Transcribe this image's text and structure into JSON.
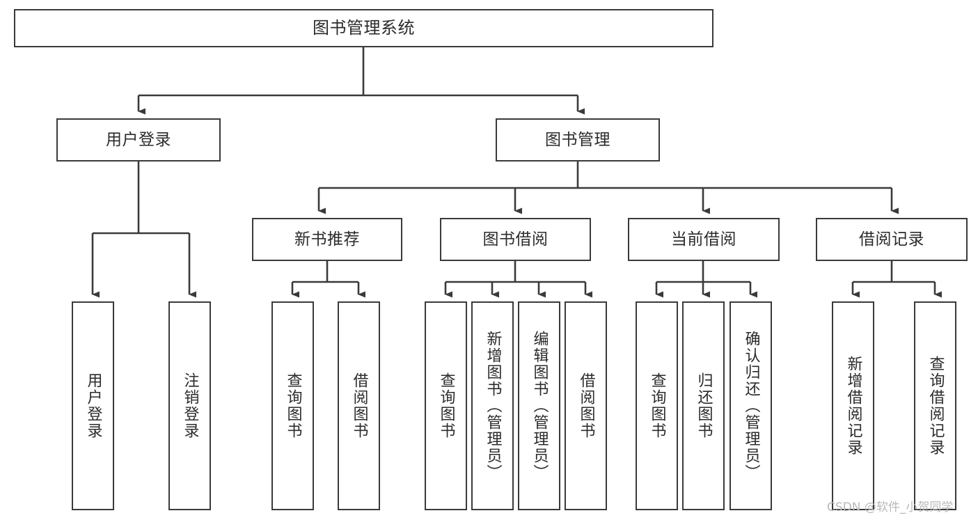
{
  "diagram": {
    "title": "图书管理系统",
    "type": "tree",
    "orientation": "top-down",
    "colors": {
      "box_border": "#3a3a3a",
      "box_fill": "#ffffff",
      "connector": "#3a3a3a",
      "text": "#2b2b2b",
      "watermark": "#b9b9b9",
      "background": "#ffffff"
    },
    "nodes": {
      "root": {
        "label": "图书管理系统"
      },
      "level2": [
        {
          "id": "user-login",
          "label": "用户登录"
        },
        {
          "id": "book-manage",
          "label": "图书管理"
        }
      ],
      "level3": [
        {
          "id": "new-book-recommend",
          "label": "新书推荐"
        },
        {
          "id": "book-borrow",
          "label": "图书借阅"
        },
        {
          "id": "current-borrow",
          "label": "当前借阅"
        },
        {
          "id": "borrow-record",
          "label": "借阅记录"
        }
      ],
      "leaves": {
        "user_login": [
          {
            "id": "leaf-user-login",
            "label": "用户登录"
          },
          {
            "id": "leaf-logout-login",
            "label": "注销登录"
          }
        ],
        "new_book_recommend": [
          {
            "id": "leaf-query-book-1",
            "label": "查询图书"
          },
          {
            "id": "leaf-borrow-book-1",
            "label": "借阅图书"
          }
        ],
        "book_borrow": [
          {
            "id": "leaf-query-book-2",
            "label": "查询图书"
          },
          {
            "id": "leaf-add-book-admin",
            "label": "新增图书（管理员）"
          },
          {
            "id": "leaf-edit-book-admin",
            "label": "编辑图书（管理员）"
          },
          {
            "id": "leaf-borrow-book-2",
            "label": "借阅图书"
          }
        ],
        "current_borrow": [
          {
            "id": "leaf-query-book-3",
            "label": "查询图书"
          },
          {
            "id": "leaf-return-book",
            "label": "归还图书"
          },
          {
            "id": "leaf-confirm-return-admin",
            "label": "确认归还（管理员）"
          }
        ],
        "borrow_record": [
          {
            "id": "leaf-add-borrow-record",
            "label": "新增借阅记录"
          },
          {
            "id": "leaf-query-borrow-record",
            "label": "查询借阅记录"
          }
        ]
      }
    },
    "watermark": "CSDN @软件_小贺同学"
  }
}
